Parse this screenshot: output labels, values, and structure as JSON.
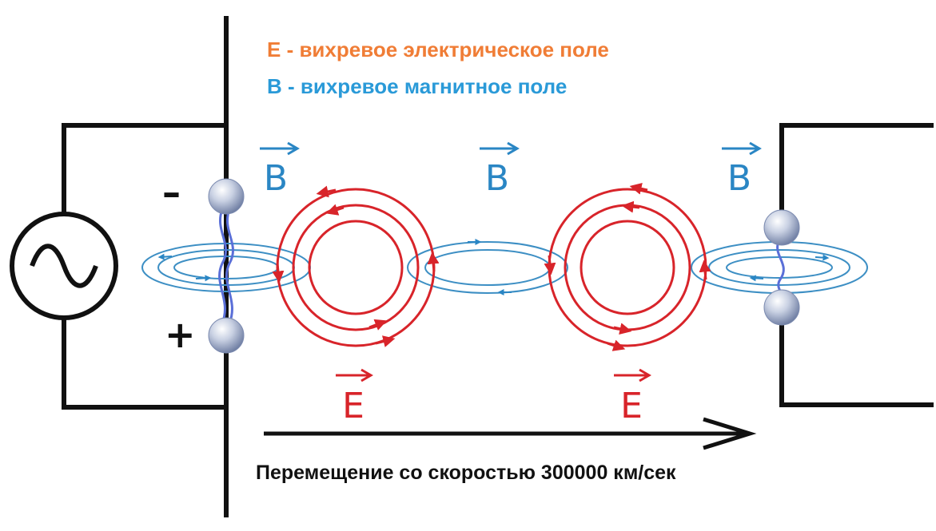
{
  "legend": {
    "e_text": "E - вихревое электрическое поле",
    "b_text": "B - вихревое магнитное поле",
    "e_color": "#f07d36",
    "b_color": "#2a9ad8"
  },
  "vectors": {
    "b_symbol": "B",
    "e_symbol": "E",
    "b_color": "#2a86c4",
    "e_color": "#d8242a"
  },
  "charges": {
    "minus": "–",
    "plus": "+"
  },
  "source_icon": "ac-source-icon",
  "caption": "Перемещение со скоростью 300000 км/сек"
}
